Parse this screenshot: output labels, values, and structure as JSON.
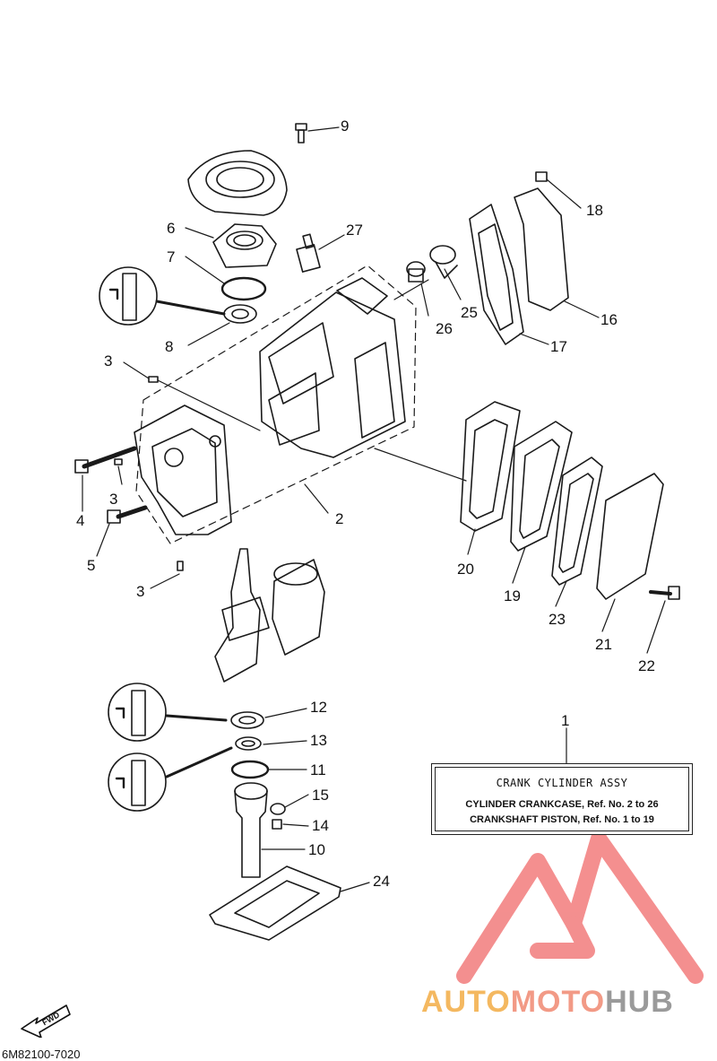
{
  "diagram": {
    "catalog_number": "6M82100-7020",
    "fwd_label": "FWD",
    "callouts": [
      {
        "id": "ref-1",
        "text": "1"
      },
      {
        "id": "ref-2",
        "text": "2"
      },
      {
        "id": "ref-3a",
        "text": "3"
      },
      {
        "id": "ref-3b",
        "text": "3"
      },
      {
        "id": "ref-3c",
        "text": "3"
      },
      {
        "id": "ref-4",
        "text": "4"
      },
      {
        "id": "ref-5",
        "text": "5"
      },
      {
        "id": "ref-6",
        "text": "6"
      },
      {
        "id": "ref-7",
        "text": "7"
      },
      {
        "id": "ref-8",
        "text": "8"
      },
      {
        "id": "ref-9",
        "text": "9"
      },
      {
        "id": "ref-10",
        "text": "10"
      },
      {
        "id": "ref-11",
        "text": "11"
      },
      {
        "id": "ref-12",
        "text": "12"
      },
      {
        "id": "ref-13",
        "text": "13"
      },
      {
        "id": "ref-14",
        "text": "14"
      },
      {
        "id": "ref-15",
        "text": "15"
      },
      {
        "id": "ref-16",
        "text": "16"
      },
      {
        "id": "ref-17",
        "text": "17"
      },
      {
        "id": "ref-18",
        "text": "18"
      },
      {
        "id": "ref-19",
        "text": "19"
      },
      {
        "id": "ref-20",
        "text": "20"
      },
      {
        "id": "ref-21",
        "text": "21"
      },
      {
        "id": "ref-22",
        "text": "22"
      },
      {
        "id": "ref-23",
        "text": "23"
      },
      {
        "id": "ref-24",
        "text": "24"
      },
      {
        "id": "ref-25",
        "text": "25"
      },
      {
        "id": "ref-26",
        "text": "26"
      },
      {
        "id": "ref-27",
        "text": "27"
      }
    ],
    "assembly_box": {
      "title": "CRANK CYLINDER ASSY",
      "line1": "CYLINDER CRANKCASE,  Ref. No. 2 to 26",
      "line2": "CRANKSHAFT PISTON,  Ref. No. 1 to 19"
    }
  },
  "watermark": {
    "part1": "AUTO",
    "part2": "MOTO",
    "part3": "HUB",
    "colors": {
      "auto": "#f4b860",
      "moto": "#f29a86",
      "hub": "#9a9a9a",
      "triangle": "#f06a6a"
    }
  }
}
